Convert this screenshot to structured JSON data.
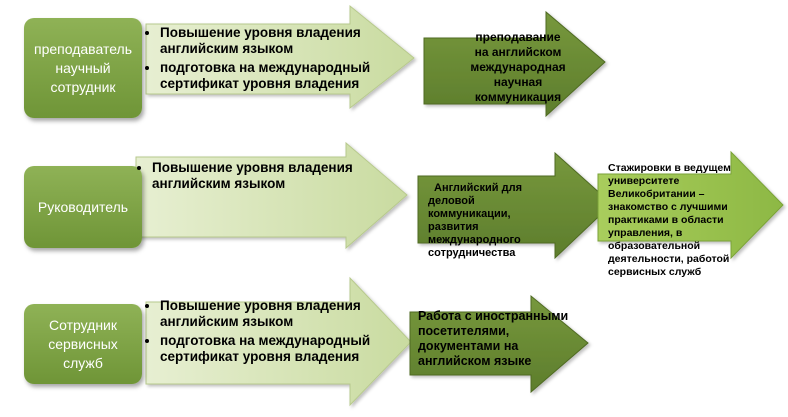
{
  "rows": [
    {
      "role_lines": [
        "преподаватель",
        "научный",
        "сотрудник"
      ],
      "bullets": [
        "Повышение уровня владения английским языком",
        "подготовка на международный сертификат уровня владения"
      ],
      "result_lines": [
        "преподавание",
        "на английском",
        "международная",
        "научная",
        "коммуникация"
      ]
    },
    {
      "role_lines": [
        "Руководитель"
      ],
      "bullets": [
        "Повышение уровня владения английским языком"
      ],
      "result_lines": [
        "Английский  для",
        "деловой",
        "коммуникации,",
        "развития",
        "международного",
        "сотрудничества"
      ]
    },
    {
      "role_lines": [
        "Сотрудник",
        "сервисных",
        "служб"
      ],
      "bullets": [
        "Повышение уровня владения английским языком",
        "подготовка на международный сертификат уровня владения"
      ],
      "result_lines": [
        "Работа  с иностранными",
        "посетителями,",
        "документами на",
        "английском языке"
      ]
    }
  ],
  "internship_lines": [
    "Стажировки в  ведущем",
    "университете",
    "Великобритании –",
    "знакомство с лучшими",
    "практиками в области",
    "управления, в",
    "образовательной",
    "деятельности, работой",
    "сервисных служб"
  ],
  "colors": {
    "role_box": "#7ba342",
    "light_arrow": "#d6e4b3",
    "dark_arrow": "#6a8a35",
    "accent_arrow": "#9cc24e"
  }
}
